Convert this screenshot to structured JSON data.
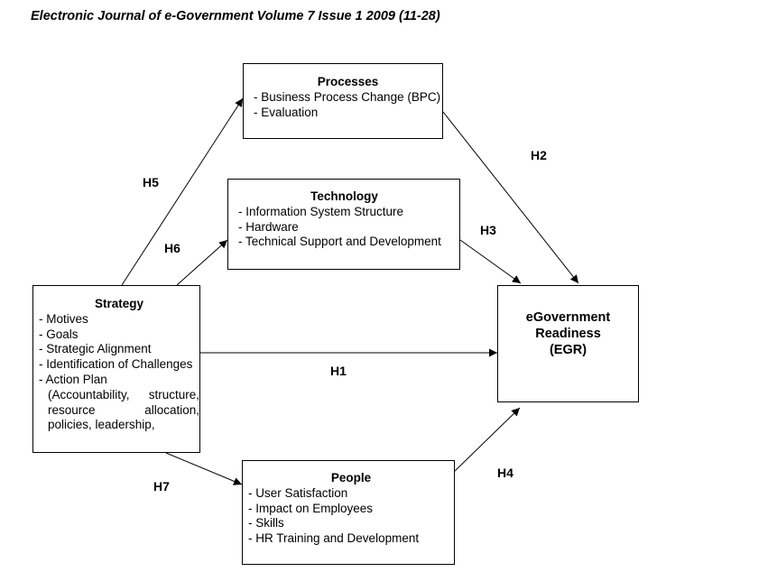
{
  "header": {
    "title": "Electronic Journal of e-Government Volume 7 Issue 1 2009 (11-28)"
  },
  "boxes": {
    "processes": {
      "title": "Processes",
      "items": [
        "- Business Process Change (BPC)",
        "- Evaluation"
      ]
    },
    "technology": {
      "title": "Technology",
      "items": [
        "- Information System Structure",
        "- Hardware",
        "- Technical Support and Development"
      ]
    },
    "strategy": {
      "title": "Strategy",
      "items": [
        "- Motives",
        "- Goals",
        "- Strategic Alignment",
        "- Identification of Challenges",
        "- Action Plan"
      ],
      "action_plan_detail": "(Accountability, structure, resource allocation, policies, leadership,"
    },
    "egr": {
      "title_line1": "eGovernment",
      "title_line2": "Readiness",
      "title_line3": "(EGR)"
    },
    "people": {
      "title": "People",
      "items": [
        "- User Satisfaction",
        "- Impact on Employees",
        "- Skills",
        "- HR Training and Development"
      ]
    }
  },
  "hypotheses": {
    "h1": "H1",
    "h2": "H2",
    "h3": "H3",
    "h4": "H4",
    "h5": "H5",
    "h6": "H6",
    "h7": "H7"
  }
}
